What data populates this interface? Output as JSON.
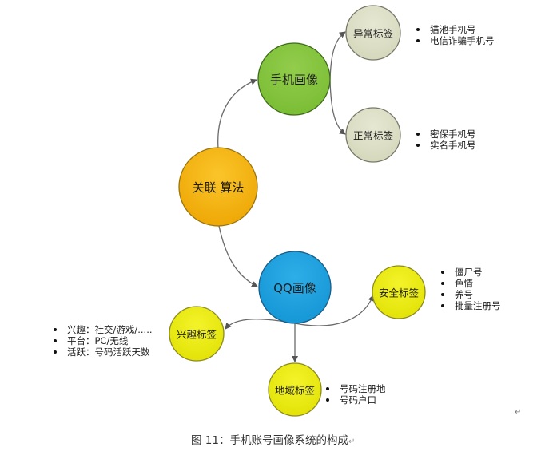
{
  "diagram": {
    "title": "手机账号画像系统的构成",
    "colors": {
      "root": "#f5b60f",
      "phone": "#86c540",
      "qq": "#1ea3e0",
      "grey_tag": "#dfe0c8",
      "yellow_tag": "#ecec10",
      "edge": "#666666"
    },
    "nodes": {
      "root": {
        "label": "关联 算法"
      },
      "phone_profile": {
        "label": "手机画像"
      },
      "qq_profile": {
        "label": "QQ画像"
      },
      "abnormal_tag": {
        "label": "异常标签"
      },
      "normal_tag": {
        "label": "正常标签"
      },
      "security_tag": {
        "label": "安全标签"
      },
      "interest_tag": {
        "label": "兴趣标签"
      },
      "region_tag": {
        "label": "地域标签"
      }
    },
    "bullets": {
      "abnormal": [
        "猫池手机号",
        "电信诈骗手机号"
      ],
      "normal": [
        "密保手机号",
        "实名手机号"
      ],
      "security": [
        "僵尸号",
        "色情",
        "养号",
        "批量注册号"
      ],
      "interest": [
        "兴趣：社交/游戏/.....",
        "平台：PC/无线",
        "活跃：号码活跃天数"
      ],
      "region": [
        "号码注册地",
        "号码户口"
      ]
    },
    "edges": [
      {
        "from": "关联 算法",
        "to": "手机画像"
      },
      {
        "from": "关联 算法",
        "to": "QQ画像"
      },
      {
        "from": "手机画像",
        "to": "异常标签"
      },
      {
        "from": "手机画像",
        "to": "正常标签"
      },
      {
        "from": "QQ画像",
        "to": "安全标签"
      },
      {
        "from": "QQ画像",
        "to": "兴趣标签"
      },
      {
        "from": "QQ画像",
        "to": "地域标签"
      }
    ]
  },
  "caption": {
    "text": "图 11：手机账号画像系统的构成",
    "return_mark": "↵"
  },
  "paragraph_mark": "↵"
}
